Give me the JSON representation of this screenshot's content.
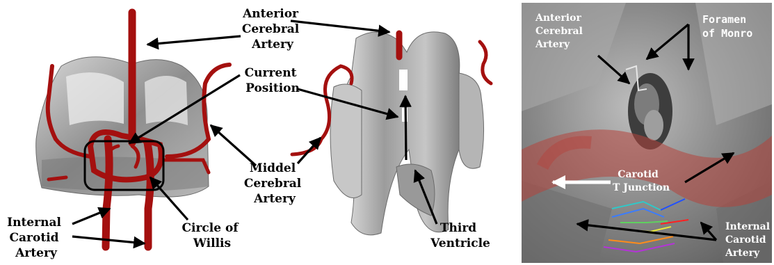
{
  "left_panel": {
    "labels": {
      "anterior_cerebral_artery": [
        "Anterior",
        "Cerebral",
        "Artery"
      ],
      "current_position": [
        "Current",
        "Position"
      ],
      "middle_cerebral_artery": [
        "Middel",
        "Cerebral",
        "Artery"
      ],
      "internal_carotid_artery": [
        "Internal",
        "Carotid",
        "Artery"
      ],
      "circle_of_willis": [
        "Circle of",
        "Willis"
      ],
      "third_ventricle": [
        "Third",
        "Ventricle"
      ]
    }
  },
  "right_panel": {
    "labels": {
      "anterior_cerebral_artery": [
        "Anterior",
        "Cerebral",
        "Artery"
      ],
      "foramen_of_monro": [
        "Foramen",
        "of Monro"
      ],
      "carotid_t_junction": [
        "Carotid",
        "T Junction"
      ],
      "internal_carotid_artery": [
        "Internal",
        "Carotid",
        "Artery"
      ]
    }
  },
  "colors": {
    "vessel_red": "#a4100f",
    "ventricle_gray": "#9a9a9a",
    "background": "#ffffff"
  }
}
